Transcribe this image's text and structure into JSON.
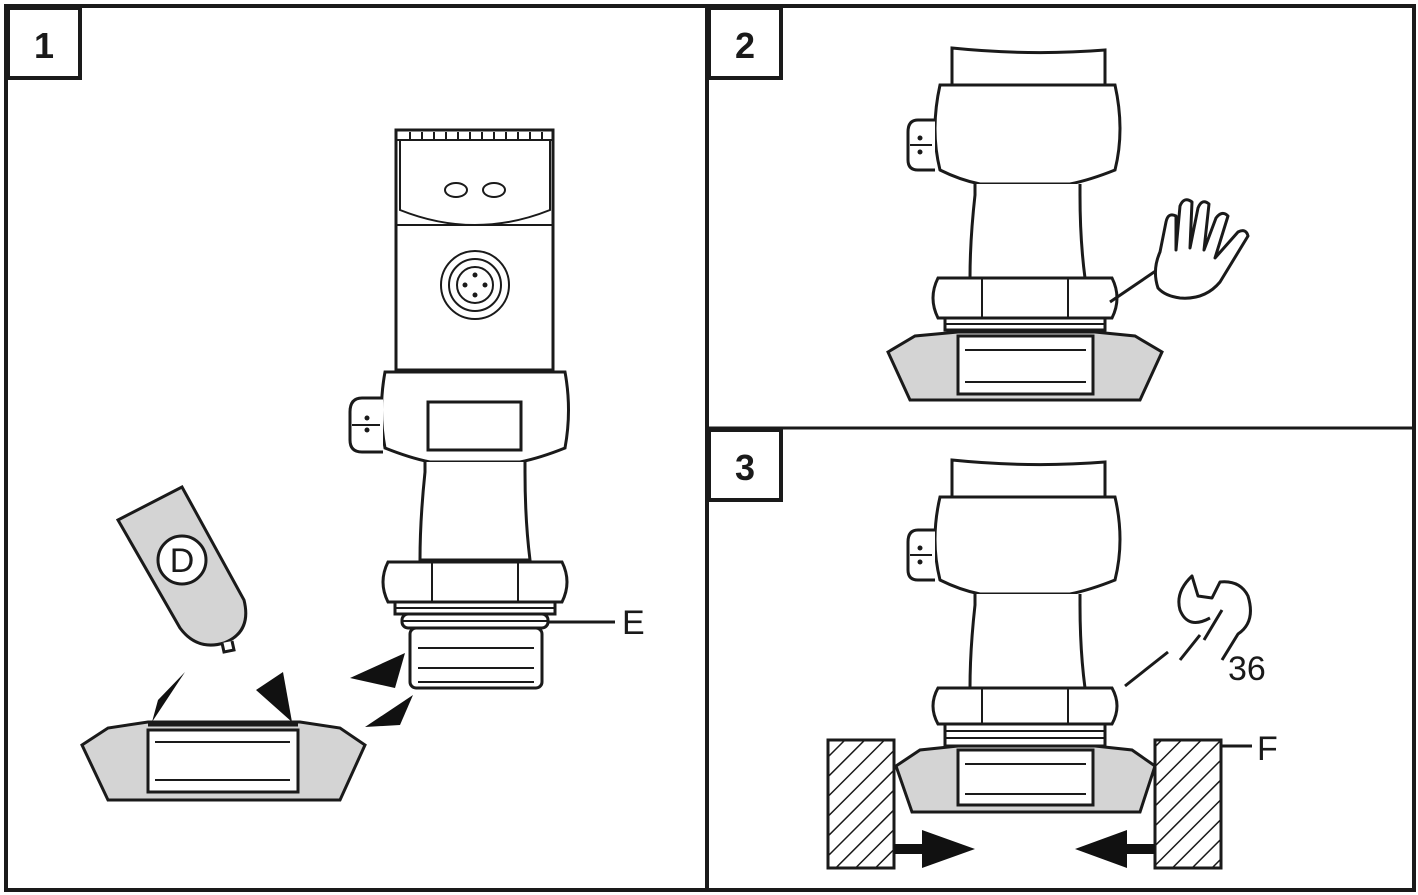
{
  "panels": [
    {
      "number": "1",
      "callouts": {
        "adapter": "D",
        "seal": "E"
      }
    },
    {
      "number": "2"
    },
    {
      "number": "3",
      "callouts": {
        "wrench_size": "36",
        "fixture": "F"
      }
    }
  ],
  "icons": [
    "hand-icon",
    "wrench-icon"
  ],
  "colors": {
    "line": "#1a1a1a",
    "fill": "#d4d4d4",
    "background": "#ffffff"
  }
}
